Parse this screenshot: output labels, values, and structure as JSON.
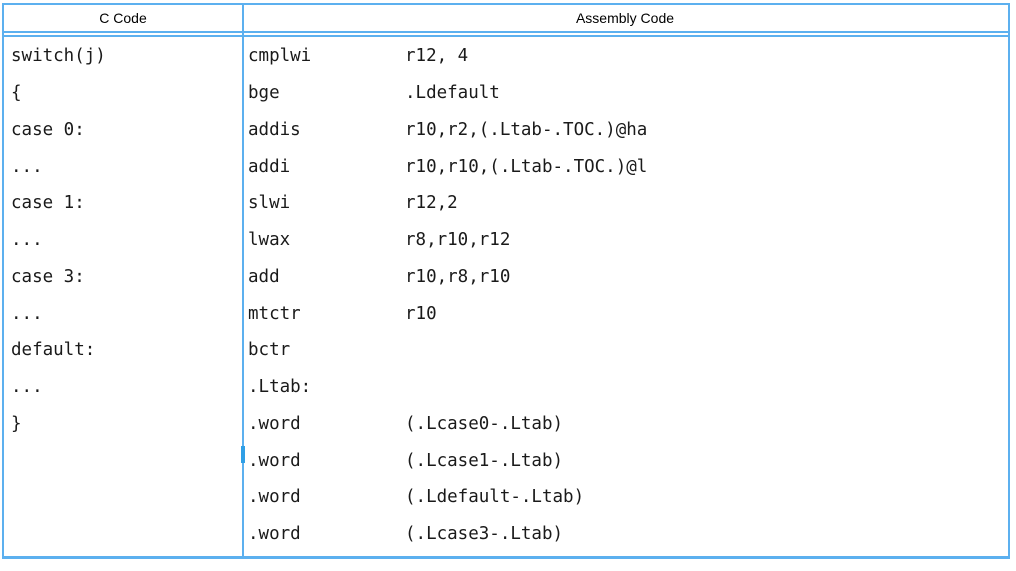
{
  "colors": {
    "table_border": "#5cb0ef",
    "divider_mark": "#2f9fe6",
    "code_text": "#1a1a1a",
    "header_text": "#000000"
  },
  "table": {
    "headers": {
      "c": "C Code",
      "assembly": "Assembly Code"
    },
    "c_code_lines": [
      "switch(j)",
      "{",
      "case 0:",
      "...",
      "case 1:",
      "...",
      "case 3:",
      "...",
      "default:",
      "...",
      "}"
    ],
    "assembly_lines": [
      {
        "mnemonic": "cmplwi",
        "operands": "r12, 4"
      },
      {
        "mnemonic": "bge",
        "operands": ".Ldefault"
      },
      {
        "mnemonic": "addis",
        "operands": "r10,r2,(.Ltab-.TOC.)@ha"
      },
      {
        "mnemonic": "addi",
        "operands": "r10,r10,(.Ltab-.TOC.)@l"
      },
      {
        "mnemonic": "slwi",
        "operands": "r12,2"
      },
      {
        "mnemonic": "lwax",
        "operands": "r8,r10,r12"
      },
      {
        "mnemonic": "add",
        "operands": "r10,r8,r10"
      },
      {
        "mnemonic": "mtctr",
        "operands": "r10"
      },
      {
        "mnemonic": "bctr",
        "operands": ""
      },
      {
        "mnemonic": ".Ltab:",
        "operands": ""
      },
      {
        "mnemonic": ".word",
        "operands": "(.Lcase0-.Ltab)"
      },
      {
        "mnemonic": ".word",
        "operands": "(.Lcase1-.Ltab)"
      },
      {
        "mnemonic": ".word",
        "operands": "(.Ldefault-.Ltab)"
      },
      {
        "mnemonic": ".word",
        "operands": "(.Lcase3-.Ltab)"
      }
    ]
  }
}
